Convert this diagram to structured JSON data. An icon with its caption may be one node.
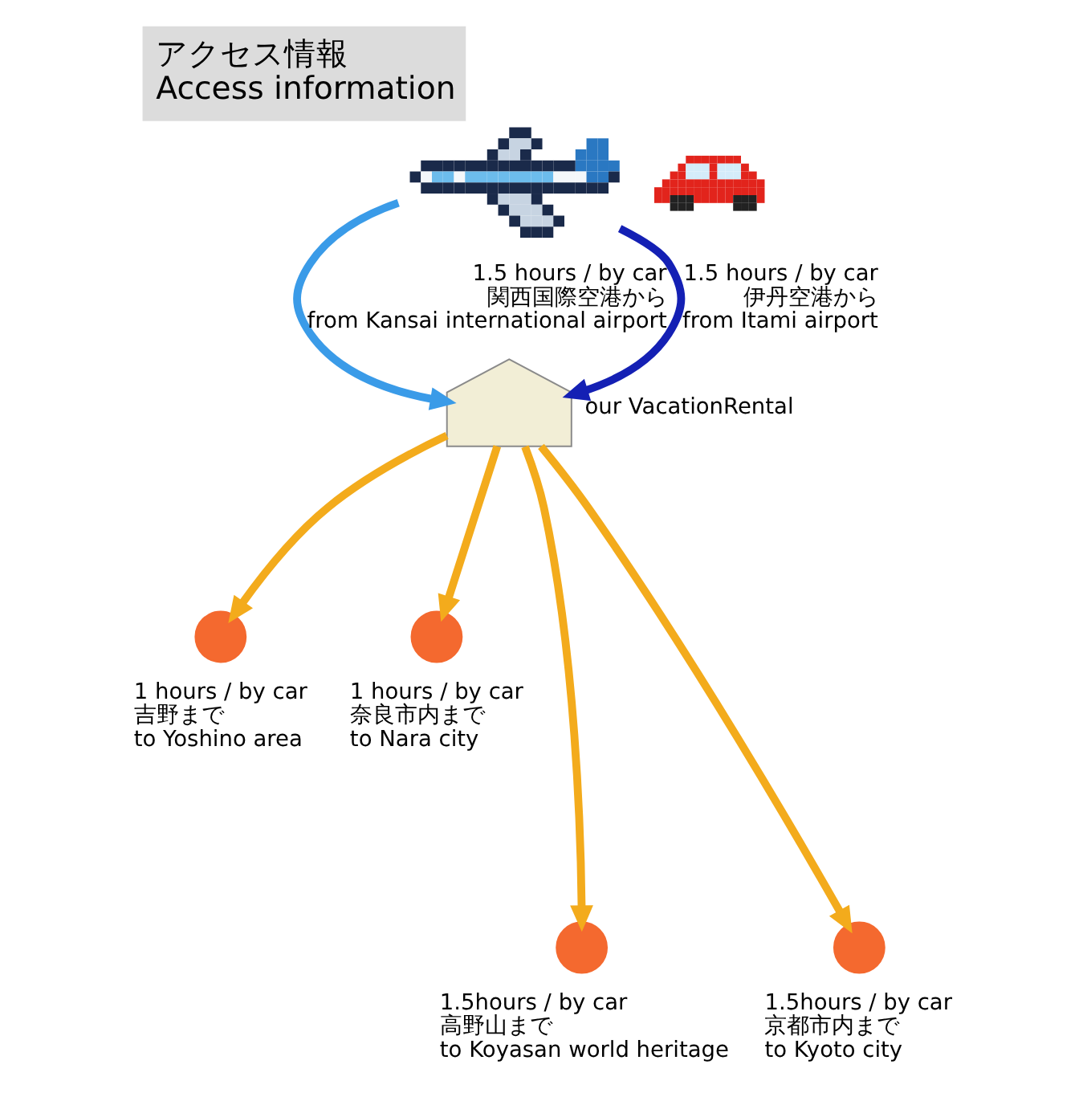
{
  "diagram": {
    "title": "アクセス情報 Access information",
    "nodes": [
      {
        "text": [],
        "shape": "picture"
      },
      {
        "text": [],
        "shape": "picture"
      },
      {
        "text": [],
        "shape": "circle",
        "beside": [
          "1 hours / by car",
          "吉野まで",
          "to Yoshino area"
        ]
      },
      {
        "text": [],
        "shape": "house",
        "beside": [
          "our VacationRental"
        ]
      },
      {
        "text": [],
        "shape": "circle",
        "beside": [
          "1 hours / by car",
          "奈良市内まで",
          "to Nara city"
        ]
      },
      {
        "text": [],
        "shape": "circle",
        "beside": [
          "1.5hours / by car",
          "高野山まで",
          "to Koyasan world heritage"
        ]
      },
      {
        "text": [],
        "shape": "circle",
        "beside": [
          "1.5hours / by car",
          "京都市内まで",
          "to Kyoto city"
        ]
      }
    ],
    "edges": [
      {
        "from": 0,
        "to": 3,
        "arrow": "to",
        "label": "1.5 hours / by car 関西国際空港から from Kansai international airport",
        "color": "#3a9be8"
      },
      {
        "from": 0,
        "to": 3,
        "arrow": "to",
        "label": "1.5 hours / by car 伊丹空港から from Itami airport",
        "color": "#1420b4"
      },
      {
        "from": 3,
        "to": 2,
        "arrow": "to"
      },
      {
        "from": 3,
        "to": 4,
        "arrow": "to"
      },
      {
        "from": 3,
        "to": 5,
        "arrow": "to"
      },
      {
        "from": 3,
        "to": 6,
        "arrow": "to"
      }
    ]
  }
}
